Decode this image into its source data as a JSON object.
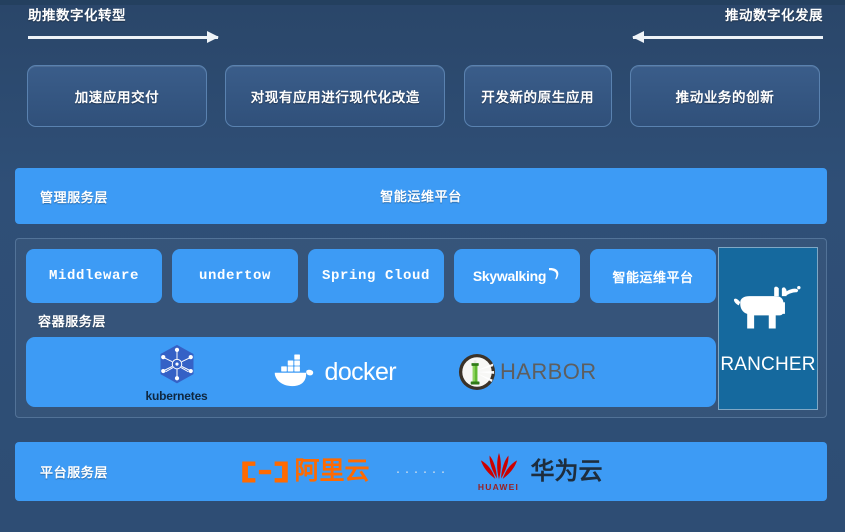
{
  "arrows": {
    "left": {
      "label": "助推数字化转型",
      "direction": "right",
      "icon": "arrow-right-icon"
    },
    "right": {
      "label": "推动数字化发展",
      "direction": "left",
      "icon": "arrow-left-icon"
    }
  },
  "goals": [
    {
      "label": "加速应用交付"
    },
    {
      "label": "对现有应用进行现代化改造"
    },
    {
      "label": "开发新的原生应用"
    },
    {
      "label": "推动业务的创新"
    }
  ],
  "management_layer": {
    "layer_label": "管理服务层",
    "center_label": "智能运维平台"
  },
  "container_layer": {
    "layer_label": "容器服务层",
    "middleware": [
      {
        "label": "Middleware",
        "style": "mono"
      },
      {
        "label": "undertow",
        "style": "mono"
      },
      {
        "label": "Spring Cloud",
        "style": "mono"
      },
      {
        "label": "Skywalking",
        "style": "logo"
      },
      {
        "label": "智能运维平台",
        "style": "cjk"
      }
    ],
    "orchestration": [
      {
        "name": "kubernetes",
        "label": "kubernetes",
        "icon": "kubernetes-helm-icon"
      },
      {
        "name": "docker",
        "label": "docker",
        "icon": "docker-whale-icon"
      },
      {
        "name": "harbor",
        "label": "HARBOR",
        "icon": "harbor-lighthouse-icon"
      }
    ],
    "rancher": {
      "label": "RANCHER",
      "icon": "rancher-cow-icon"
    }
  },
  "platform_layer": {
    "layer_label": "平台服务层",
    "vendors": [
      {
        "name": "aliyun",
        "label": "阿里云",
        "icon": "aliyun-bracket-icon"
      },
      {
        "name": "huawei",
        "label": "华为云",
        "brand": "HUAWEI",
        "icon": "huawei-flower-icon"
      }
    ],
    "separator": "······"
  },
  "colors": {
    "background": "#2e4d74",
    "band_blue": "#3d9bf5",
    "goal_box": "#35578300",
    "rancher_teal": "#15699e",
    "aliyun_orange": "#ff6a00",
    "huawei_red": "#cc0000",
    "harbor_gray": "#5e5e5e"
  }
}
